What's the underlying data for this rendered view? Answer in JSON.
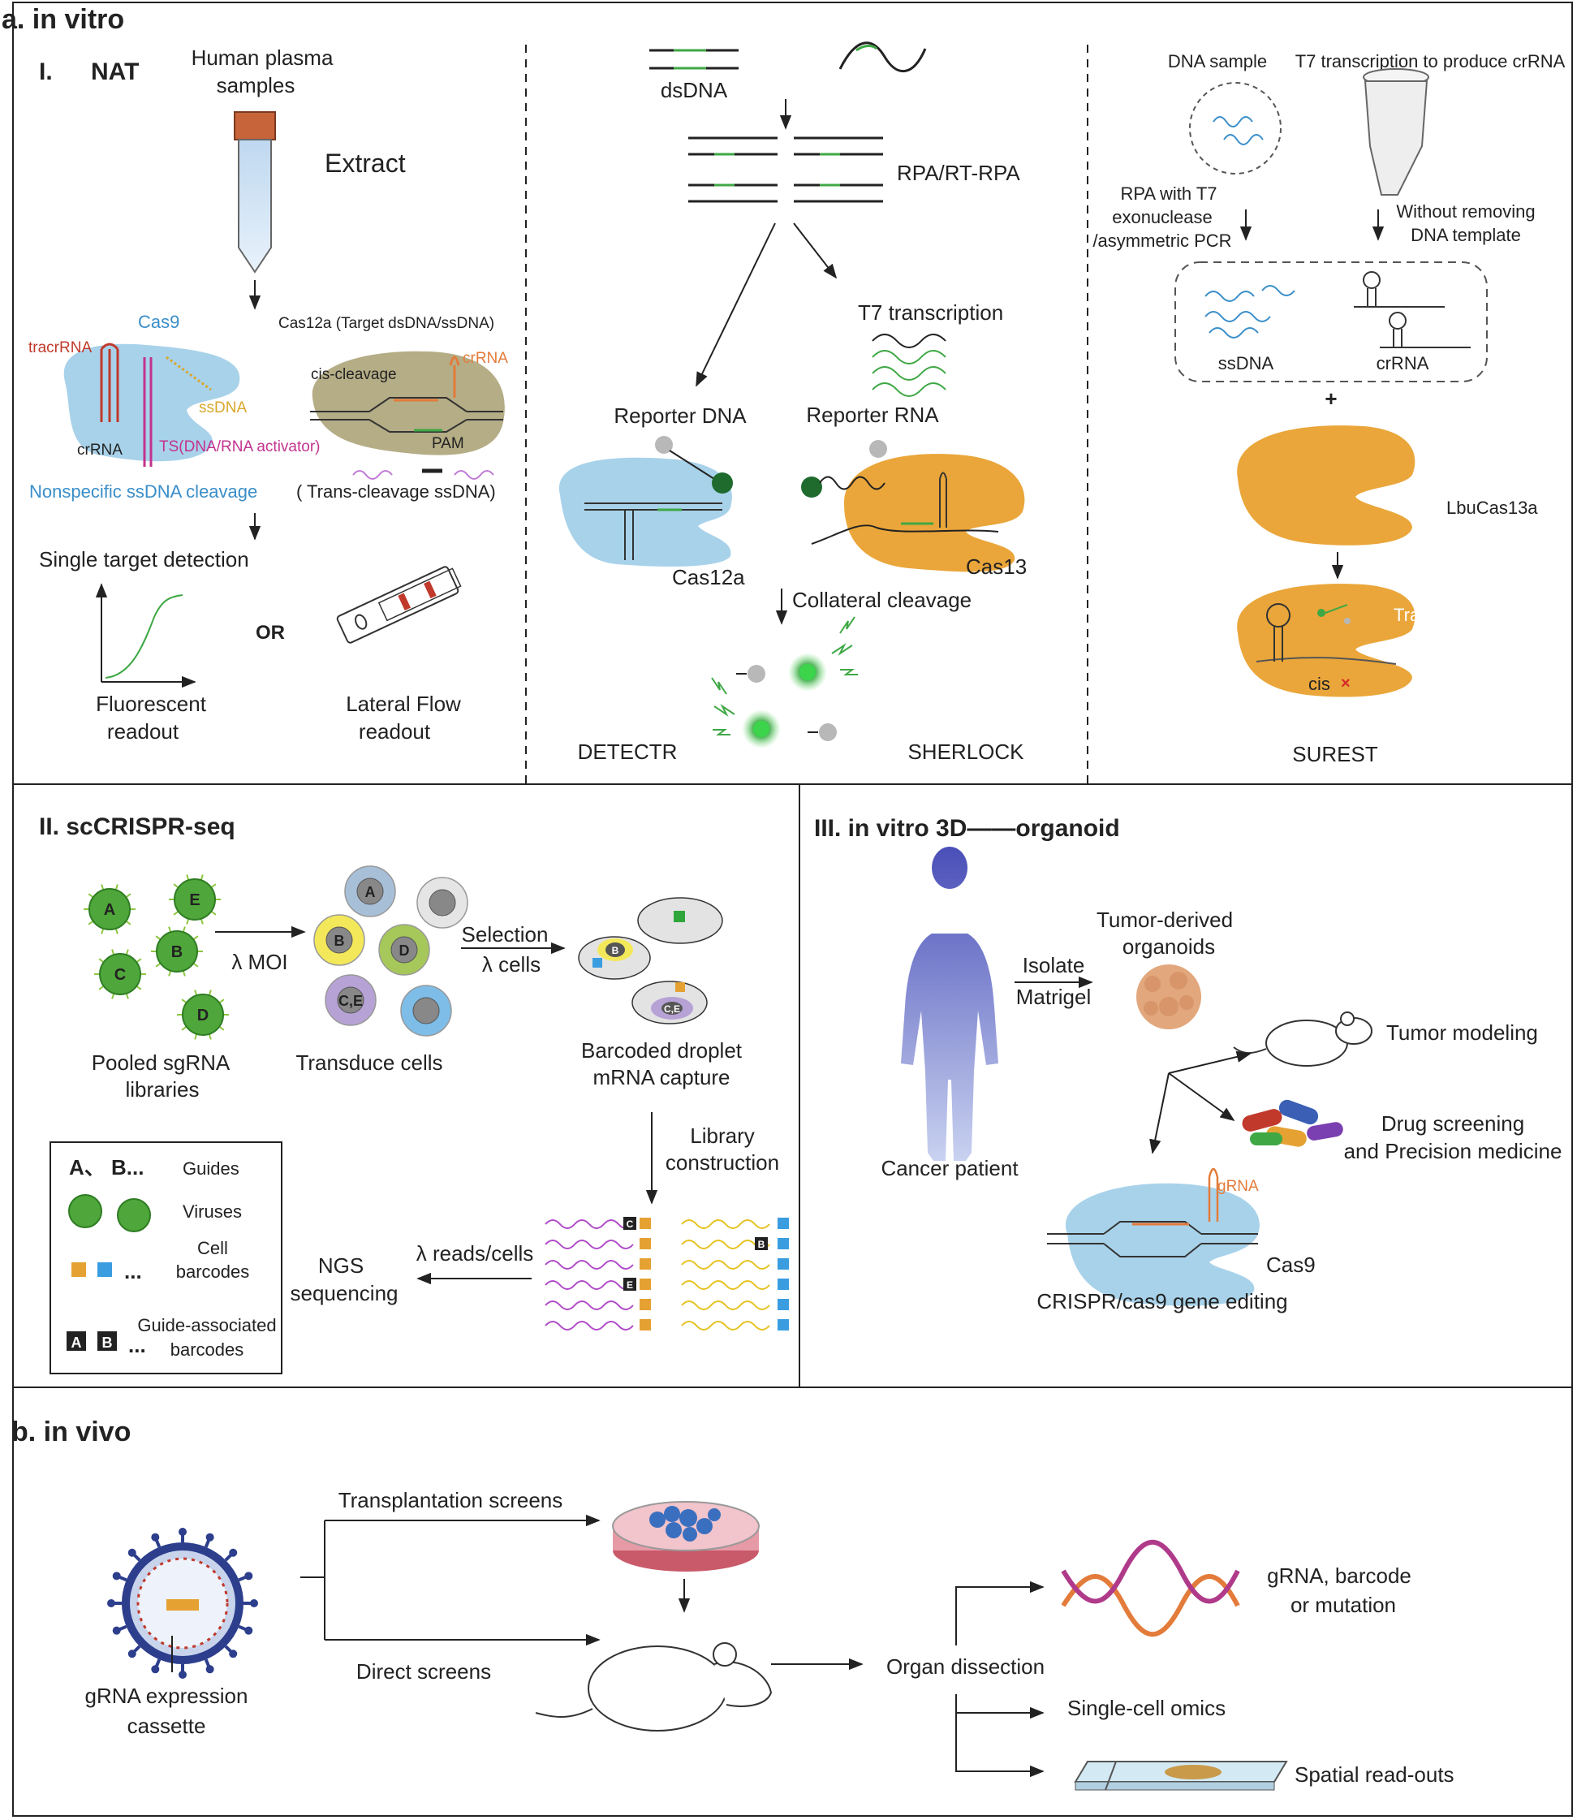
{
  "a": {
    "title": "a.  in vitro",
    "nat": {
      "label": "I.",
      "name": "NAT",
      "plasma": [
        "Human plasma",
        "samples"
      ],
      "extract": "Extract",
      "cas9": "Cas9",
      "cas12a_title": "Cas12a (Target dsDNA/ssDNA)",
      "tracrrna": "tracrRNA",
      "crrna": "crRNA",
      "crrna2": "crRNA",
      "ssdna": "ssDNA",
      "ts": "TS(DNA/RNA activator)",
      "cis": "cis-cleavage",
      "pam": "PAM",
      "nonspecific": "Nonspecific ssDNA cleavage",
      "trans": "( Trans-cleavage ssDNA)",
      "single": "Single target detection",
      "or": "OR",
      "fluor": [
        "Fluorescent",
        "readout"
      ],
      "lateral": [
        "Lateral Flow",
        "readout"
      ]
    },
    "mid": {
      "dsdna": "dsDNA",
      "rpa": "RPA/RT-RPA",
      "t7": "T7 transcription",
      "rep_dna": "Reporter DNA",
      "rep_rna": "Reporter RNA",
      "cas12a": "Cas12a",
      "cas13": "Cas13",
      "collateral": "Collateral cleavage",
      "detectr": "DETECTR",
      "sherlock": "SHERLOCK"
    },
    "right": {
      "dna_sample": "DNA sample",
      "t7_crrna": "T7 transcription to produce crRNA",
      "rpa_t7": [
        "RPA with T7",
        "exonuclease",
        "/asymmetric PCR"
      ],
      "without": [
        "Without removing",
        "DNA template"
      ],
      "ssdna": "ssDNA",
      "crrna": "crRNA",
      "plus": "+",
      "lbu": "LbuCas13a",
      "trans": "Trans",
      "cis": "cis",
      "surest": "SUREST"
    },
    "sc": {
      "title": "II.  scCRISPR-seq",
      "moi": "λ MOI",
      "selection": "Selection",
      "lcells": "λ cells",
      "pooled": [
        "Pooled sgRNA",
        "libraries"
      ],
      "transduce": "Transduce cells",
      "barcoded": [
        "Barcoded droplet",
        "mRNA capture"
      ],
      "library": [
        "Library",
        "construction"
      ],
      "reads": "λ reads/cells",
      "ngs": [
        "NGS",
        "sequencing"
      ],
      "legend": {
        "ab": "A、 B...",
        "guides": "Guides",
        "viruses": "Viruses",
        "cell": [
          "Cell",
          "barcodes"
        ],
        "dots": "...",
        "guide_assoc": [
          "Guide-associated",
          "barcodes"
        ],
        "a": "A",
        "b": "B"
      },
      "viruses": [
        "A",
        "E",
        "B",
        "C",
        "D"
      ],
      "transduced": [
        "A",
        "B",
        "D",
        "C,E"
      ],
      "droplet": [
        "B",
        "C,E"
      ],
      "read_tags": [
        "C",
        "E",
        "B"
      ]
    },
    "org": {
      "title": "III.  in vitro 3D——organoid",
      "tumor": [
        "Tumor-derived",
        "organoids"
      ],
      "isolate": "Isolate",
      "matrigel": "Matrigel",
      "tumor_model": "Tumor modeling",
      "drug": [
        "Drug screening",
        "and Precision medicine"
      ],
      "cancer": "Cancer patient",
      "grna": "gRNA",
      "cas9": "Cas9",
      "crispr": "CRISPR/cas9 gene editing"
    }
  },
  "b": {
    "title": "b.  in vivo",
    "transplant": "Transplantation screens",
    "direct": "Direct screens",
    "grna": [
      "gRNA expression",
      "cassette"
    ],
    "organ": "Organ dissection",
    "grna_barcode": [
      "gRNA, barcode",
      "or mutation"
    ],
    "single_cell": "Single-cell omics",
    "spatial": "Spatial read-outs"
  }
}
